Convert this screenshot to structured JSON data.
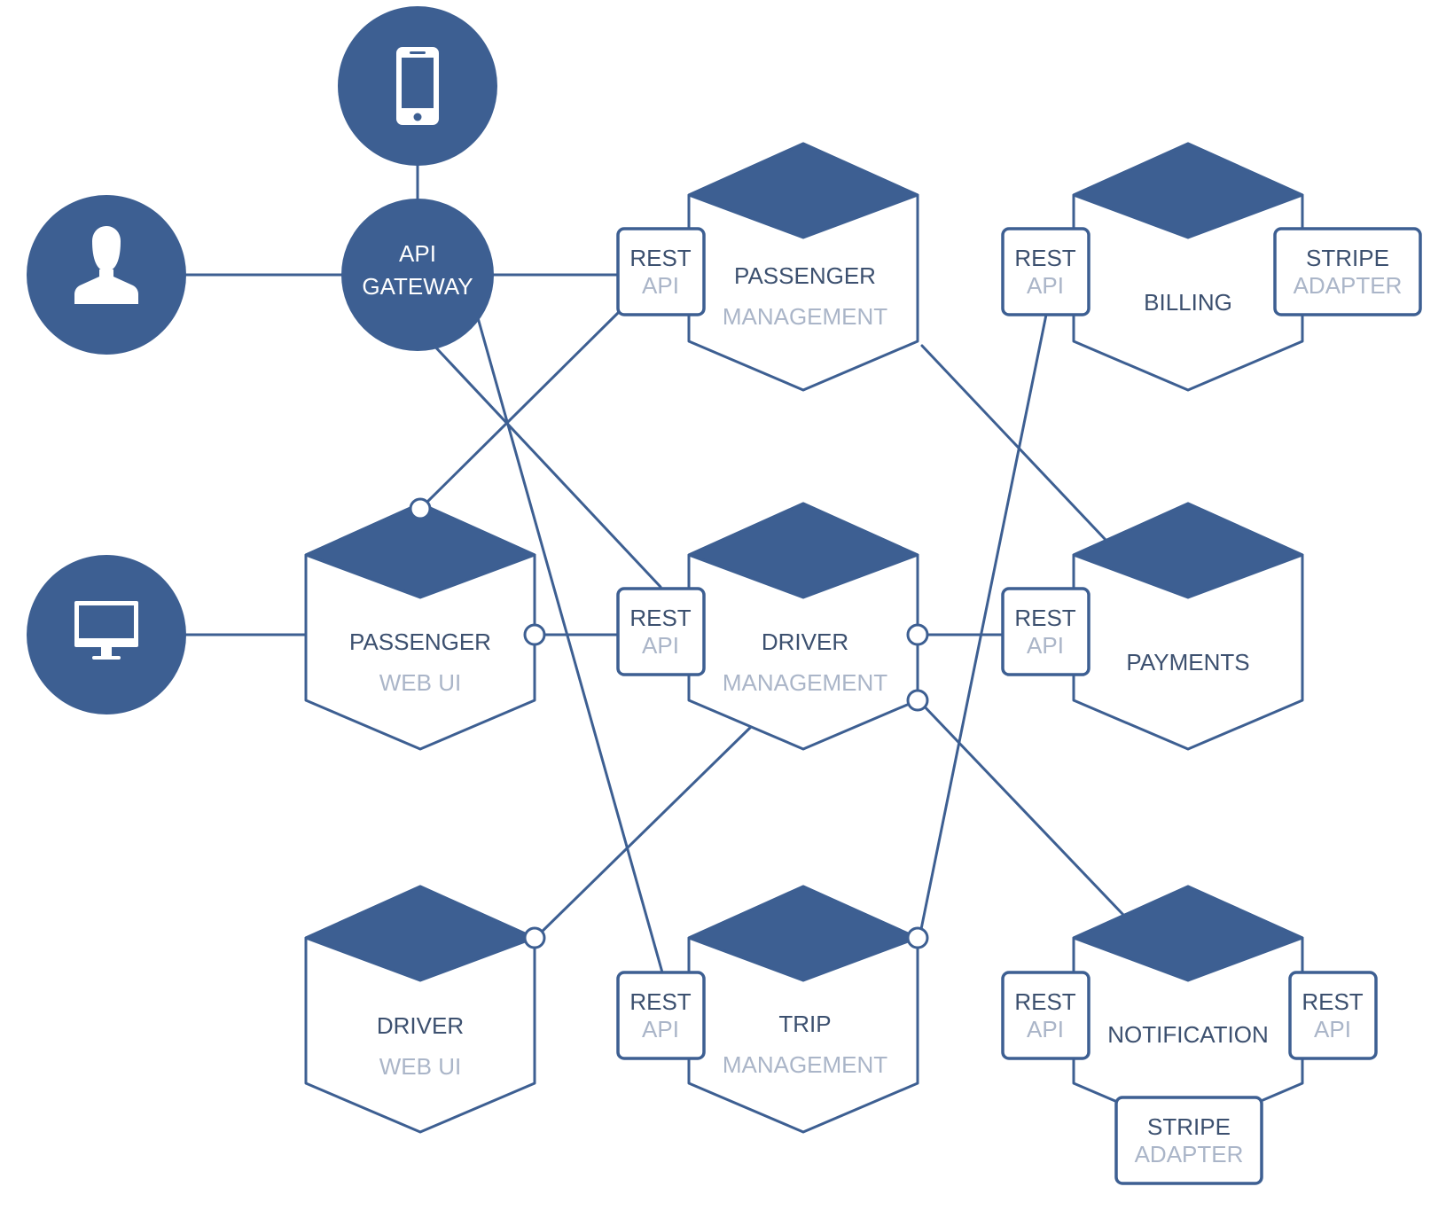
{
  "colors": {
    "primary": "#3d5f92",
    "text_dark": "#3c506f",
    "text_light": "#aab5c8",
    "background": "#ffffff"
  },
  "clients": {
    "mobile": {
      "icon": "mobile-phone-icon"
    },
    "user": {
      "icon": "user-icon"
    },
    "desktop": {
      "icon": "monitor-icon"
    }
  },
  "gateway": {
    "line1": "API",
    "line2": "GATEWAY"
  },
  "services": {
    "passenger_management": {
      "title": "PASSENGER",
      "subtitle": "MANAGEMENT"
    },
    "billing": {
      "title": "BILLING"
    },
    "passenger_web_ui": {
      "title": "PASSENGER",
      "subtitle": "WEB UI"
    },
    "driver_management": {
      "title": "DRIVER",
      "subtitle": "MANAGEMENT"
    },
    "payments": {
      "title": "PAYMENTS"
    },
    "driver_web_ui": {
      "title": "DRIVER",
      "subtitle": "WEB UI"
    },
    "trip_management": {
      "title": "TRIP",
      "subtitle": "MANAGEMENT"
    },
    "notification": {
      "title": "NOTIFICATION"
    }
  },
  "ports": {
    "passenger_rest": {
      "line1": "REST",
      "line2": "API"
    },
    "billing_rest": {
      "line1": "REST",
      "line2": "API"
    },
    "billing_stripe": {
      "line1": "STRIPE",
      "line2": "ADAPTER"
    },
    "driver_rest": {
      "line1": "REST",
      "line2": "API"
    },
    "payments_rest": {
      "line1": "REST",
      "line2": "API"
    },
    "trip_rest": {
      "line1": "REST",
      "line2": "API"
    },
    "notification_rest_left": {
      "line1": "REST",
      "line2": "API"
    },
    "notification_rest_right": {
      "line1": "REST",
      "line2": "API"
    },
    "notification_stripe": {
      "line1": "STRIPE",
      "line2": "ADAPTER"
    }
  }
}
